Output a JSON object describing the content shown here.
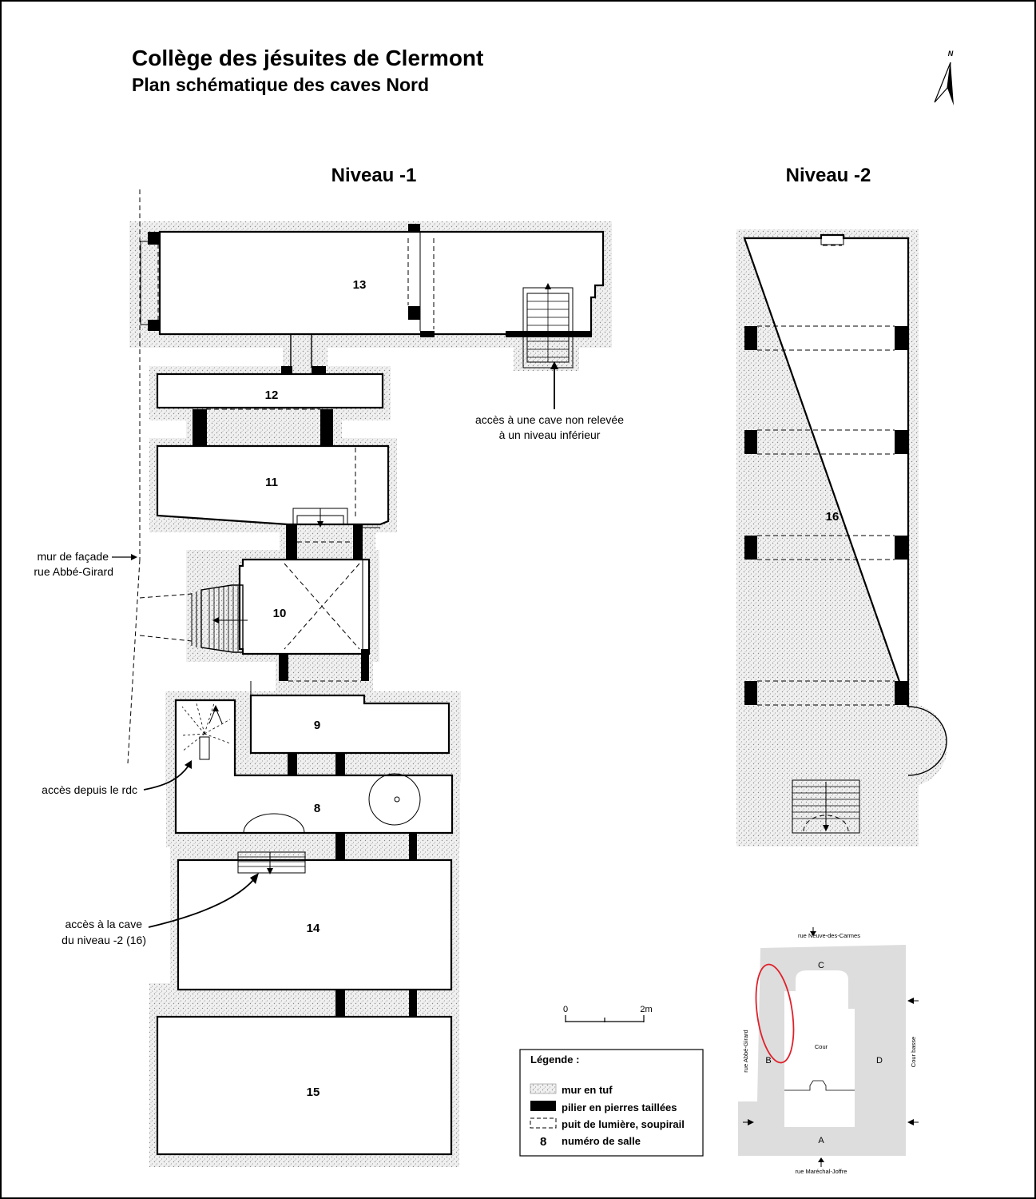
{
  "title": "Collège des jésuites de Clermont",
  "subtitle": "Plan schématique des caves Nord",
  "north_label": "N",
  "levels": {
    "level1": "Niveau -1",
    "level2": "Niveau -2"
  },
  "rooms": {
    "r13": "13",
    "r12": "12",
    "r11": "11",
    "r10": "10",
    "r9": "9",
    "r8": "8",
    "r14": "14",
    "r15": "15",
    "r16": "16"
  },
  "annotations": {
    "facade_l1": "mur de façade",
    "facade_l2": "rue Abbé-Girard",
    "rdc_access": "accès depuis le rdc",
    "cave16_l1": "accès à la cave",
    "cave16_l2": "du niveau -2 (16)",
    "lower_l1": "accès à une cave non relevée",
    "lower_l2": "à un niveau inférieur"
  },
  "scale": {
    "start": "0",
    "end": "2m"
  },
  "legend": {
    "title": "Légende :",
    "items": [
      {
        "label": "mur en tuf"
      },
      {
        "label": "pilier en pierres taillées"
      },
      {
        "label": "puit de lumière, soupirail"
      },
      {
        "symbol": "8",
        "label": "numéro de salle"
      }
    ]
  },
  "site_plan": {
    "top_street": "rue Neuve-des-Carmes",
    "left_street": "rue Abbé-Girard",
    "right_street": "Cour basse",
    "bottom_street": "rue Maréchal-Joffre",
    "court": "Cour",
    "wings": {
      "a": "A",
      "b": "B",
      "c": "C",
      "d": "D"
    },
    "site_fill": "#dddddd",
    "highlight_color": "#e0202a"
  }
}
